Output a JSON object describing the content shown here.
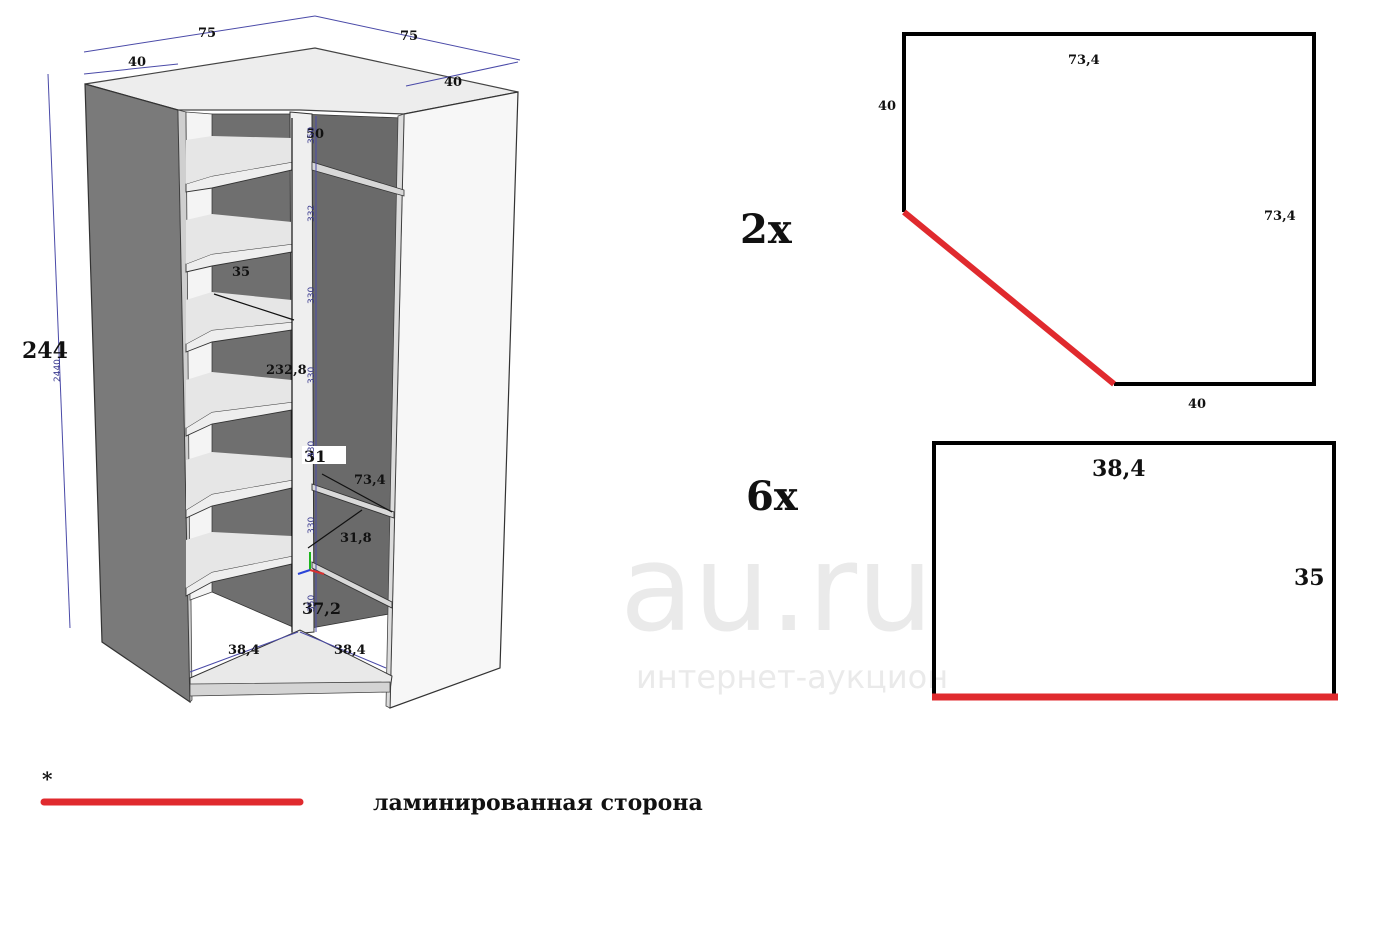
{
  "cabinet": {
    "top_left_width": "75",
    "top_right_width": "75",
    "top_left_depth": "40",
    "top_right_depth": "40",
    "height": "244",
    "height_mm_small": "2440",
    "inner_height": "232,8",
    "top_gap": "50",
    "shelf_depth": "35",
    "diag_width": "73,4",
    "inner_side": "31",
    "inner_diag": "31,8",
    "bottom_gap": "37,2",
    "bottom_left": "38,4",
    "bottom_right": "38,4",
    "spacings_mm": [
      "350",
      "332",
      "330",
      "330",
      "330",
      "330",
      "350"
    ]
  },
  "panel_a": {
    "count": "2x",
    "top": "73,4",
    "left": "40",
    "right": "73,4",
    "bottom": "40"
  },
  "panel_b": {
    "count": "6x",
    "top": "38,4",
    "right": "35"
  },
  "legend": {
    "mark": "*",
    "text": "ламинированная сторона",
    "color": "#e02a2e"
  },
  "watermark": {
    "main": "au.ru",
    "sub": "интернет-аукцион"
  }
}
